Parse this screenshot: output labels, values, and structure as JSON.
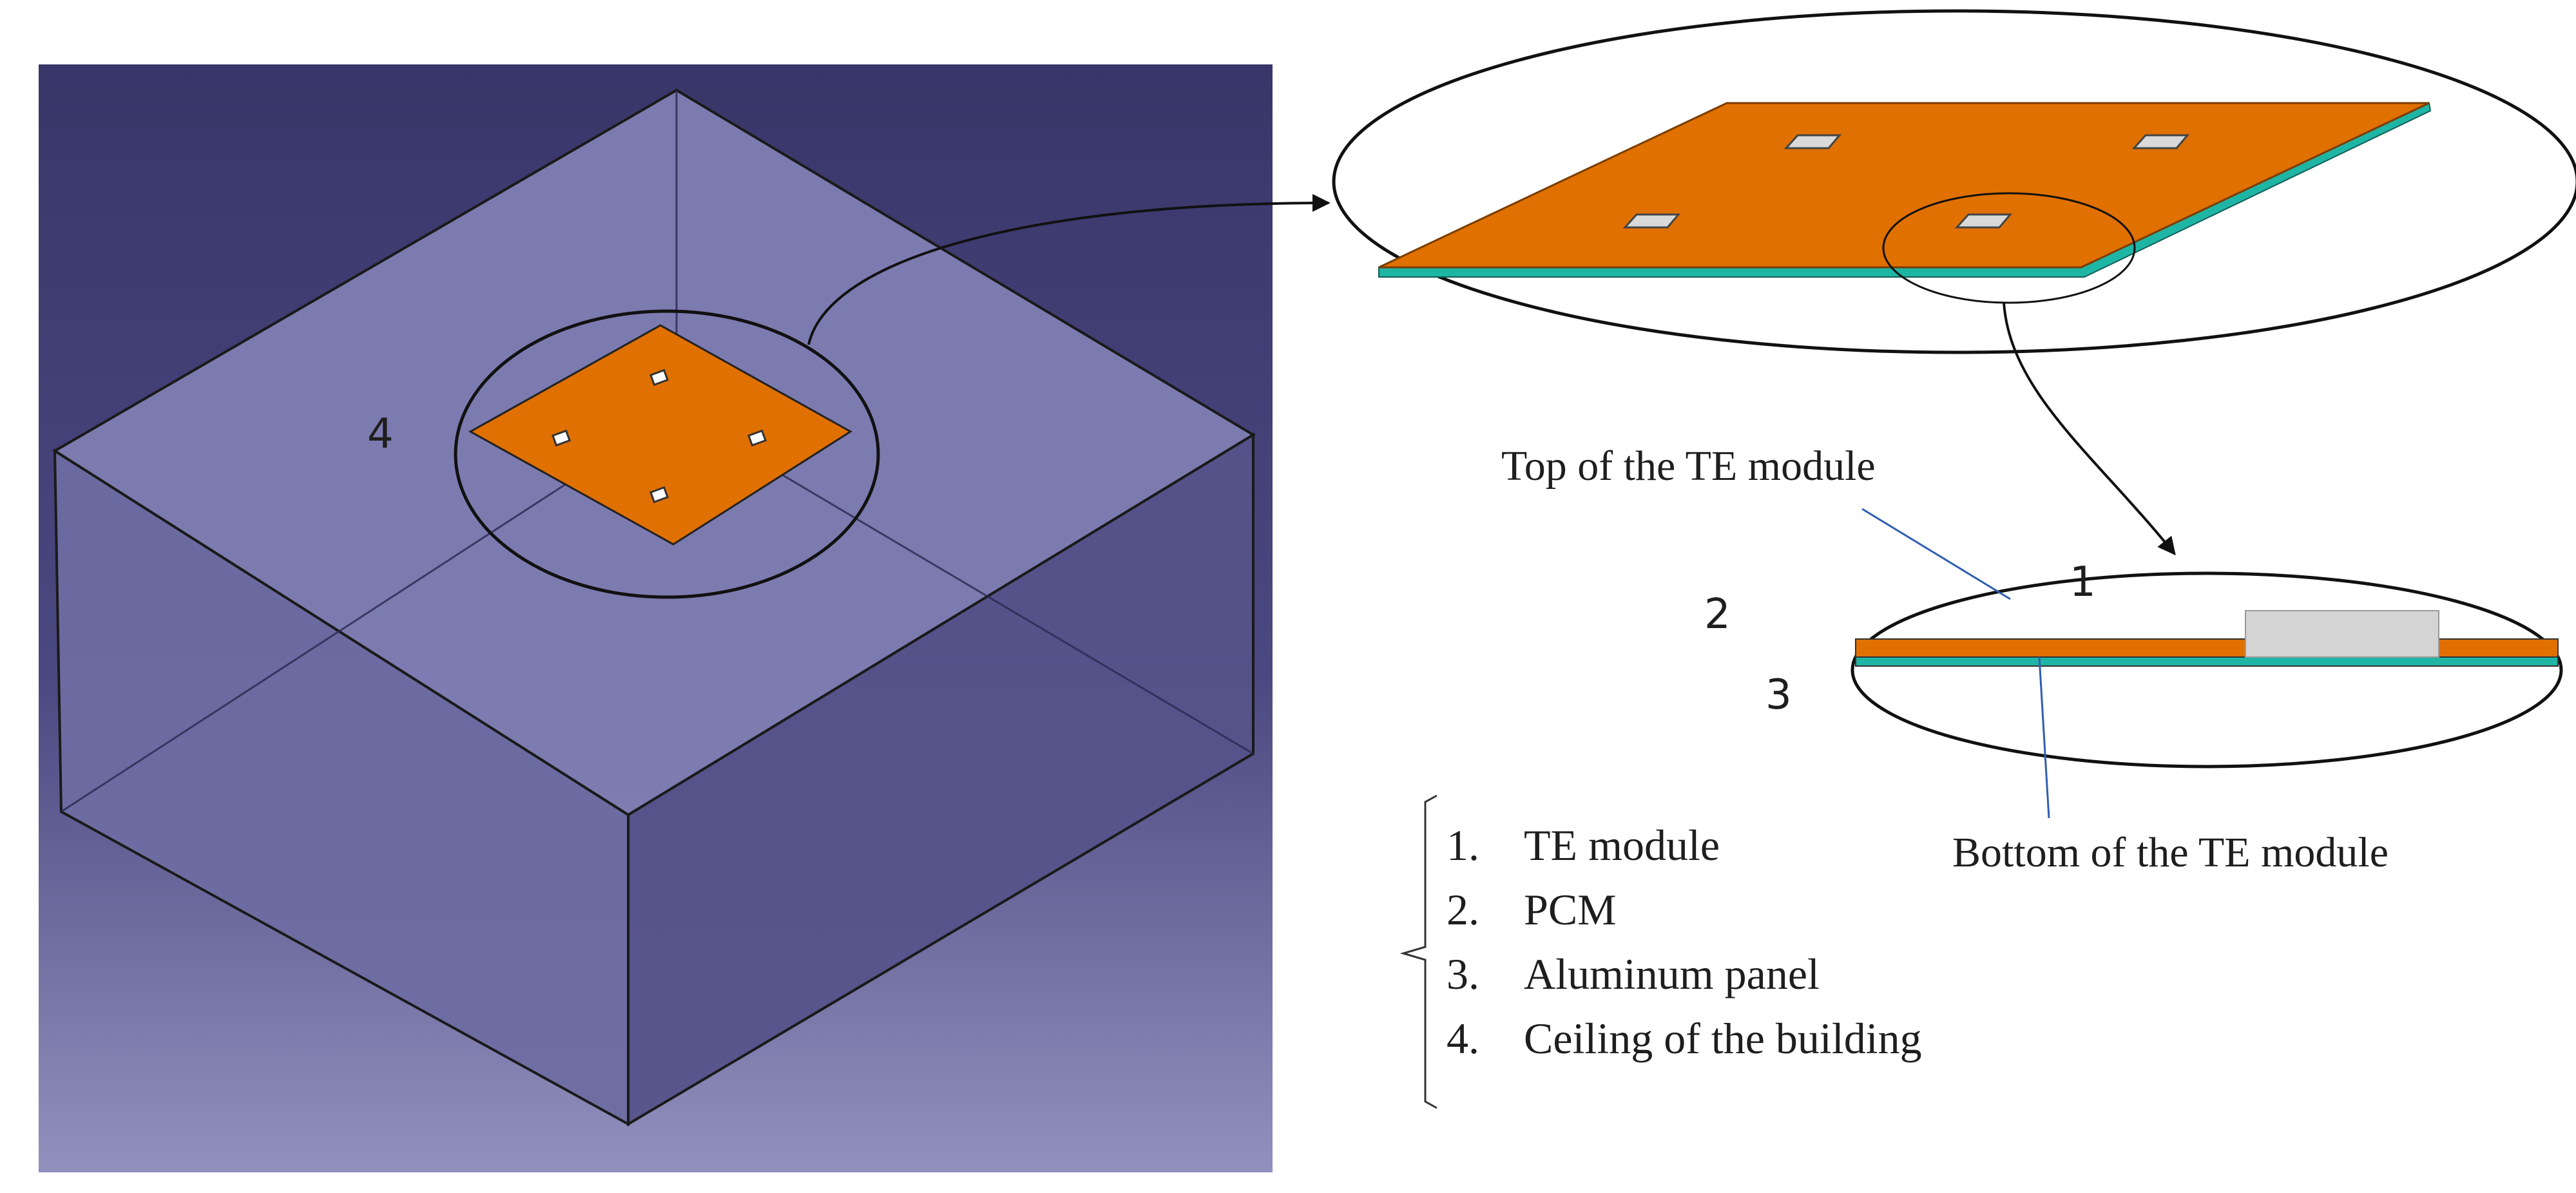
{
  "labels": {
    "ceiling_marker": "4",
    "layer_te": "1",
    "layer_pcm": "2",
    "layer_aluminum": "3",
    "top_callout": "Top of the TE module",
    "bottom_callout": "Bottom of the TE module"
  },
  "legend": {
    "items": [
      {
        "number": "1.",
        "text": "TE module"
      },
      {
        "number": "2.",
        "text": "PCM"
      },
      {
        "number": "3.",
        "text": "Aluminum panel"
      },
      {
        "number": "4.",
        "text": "Ceiling of the building"
      }
    ]
  },
  "colors": {
    "background_top": "#3a3870",
    "background_bottom": "#8a88b8",
    "box_top_face": "#807fb3",
    "box_left_face": "#6f6ea3",
    "box_right_face": "#525084",
    "pcm": "#e07000",
    "aluminum": "#1fb5a5",
    "te_module": "#d4d4d4",
    "outline": "#1a1a1a",
    "leader_line": "#2f5fb0"
  }
}
